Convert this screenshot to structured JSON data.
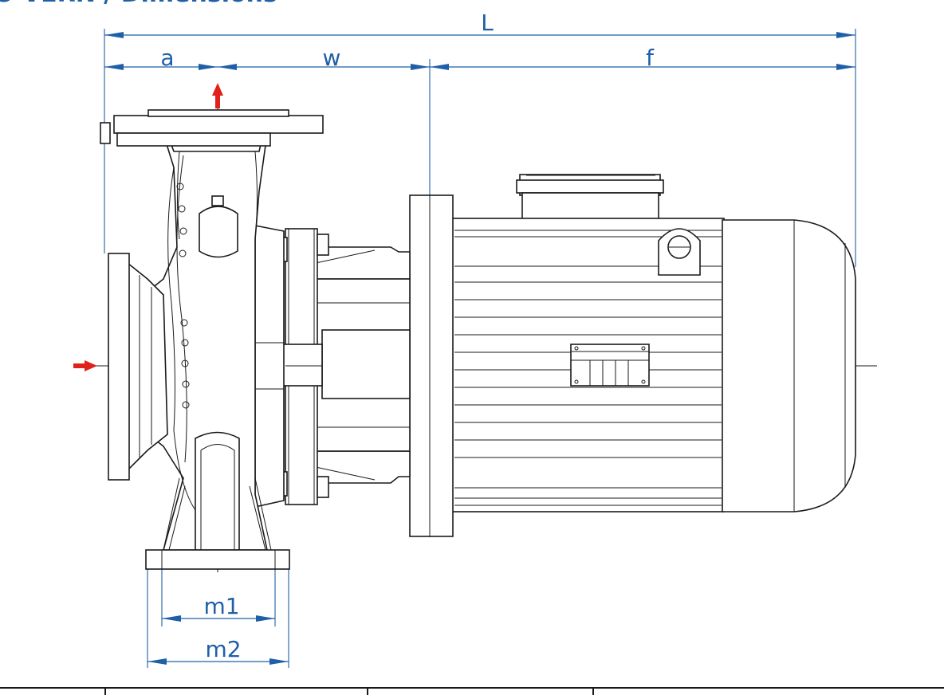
{
  "title": "O VERN / Dimensions",
  "dimensions": {
    "L": "L",
    "a": "a",
    "w": "w",
    "f": "f",
    "m1": "m1",
    "m2": "m2"
  },
  "colors": {
    "dimension": "#1f5fa8",
    "flow_arrow": "#e0201b",
    "outline": "#1a1a1a"
  },
  "icons": [
    "flow-inlet-arrow-icon",
    "flow-outlet-arrow-icon"
  ]
}
